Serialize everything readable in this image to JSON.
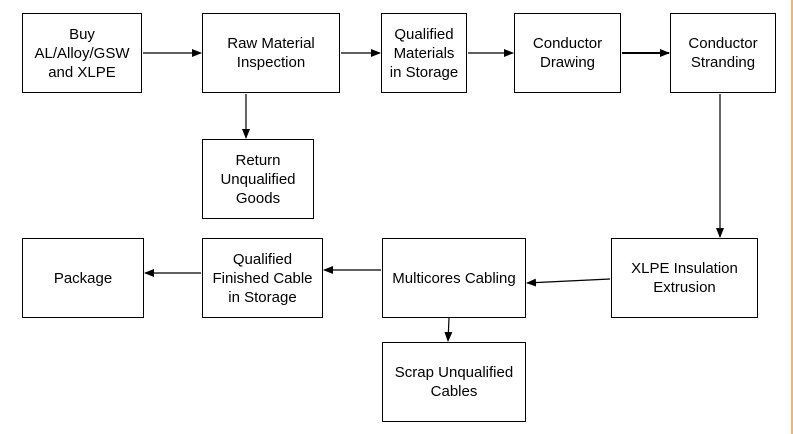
{
  "diagram": {
    "nodes": [
      {
        "id": "buy",
        "label": "Buy\nAL/Alloy/GSW\nand XLPE"
      },
      {
        "id": "raw",
        "label": "Raw Material\nInspection"
      },
      {
        "id": "qual",
        "label": "Qualified\nMaterials\nin Storage"
      },
      {
        "id": "draw",
        "label": "Conductor\nDrawing"
      },
      {
        "id": "strand",
        "label": "Conductor\nStranding"
      },
      {
        "id": "return",
        "label": "Return\nUnqualified\nGoods"
      },
      {
        "id": "xlpe",
        "label": "XLPE Insulation\nExtrusion"
      },
      {
        "id": "multi",
        "label": "Multicores Cabling"
      },
      {
        "id": "finished",
        "label": "Qualified\nFinished Cable\nin Storage"
      },
      {
        "id": "package",
        "label": "Package"
      },
      {
        "id": "scrap",
        "label": "Scrap Unqualified\nCables"
      }
    ],
    "edges": [
      {
        "from": "buy",
        "to": "raw"
      },
      {
        "from": "raw",
        "to": "qual"
      },
      {
        "from": "qual",
        "to": "draw"
      },
      {
        "from": "draw",
        "to": "strand"
      },
      {
        "from": "raw",
        "to": "return"
      },
      {
        "from": "strand",
        "to": "xlpe"
      },
      {
        "from": "xlpe",
        "to": "multi"
      },
      {
        "from": "multi",
        "to": "finished"
      },
      {
        "from": "finished",
        "to": "package"
      },
      {
        "from": "multi",
        "to": "scrap"
      }
    ]
  },
  "colors": {
    "stroke": "#000000",
    "fill": "#ffffff",
    "edge_accent": "#e9b77e"
  }
}
